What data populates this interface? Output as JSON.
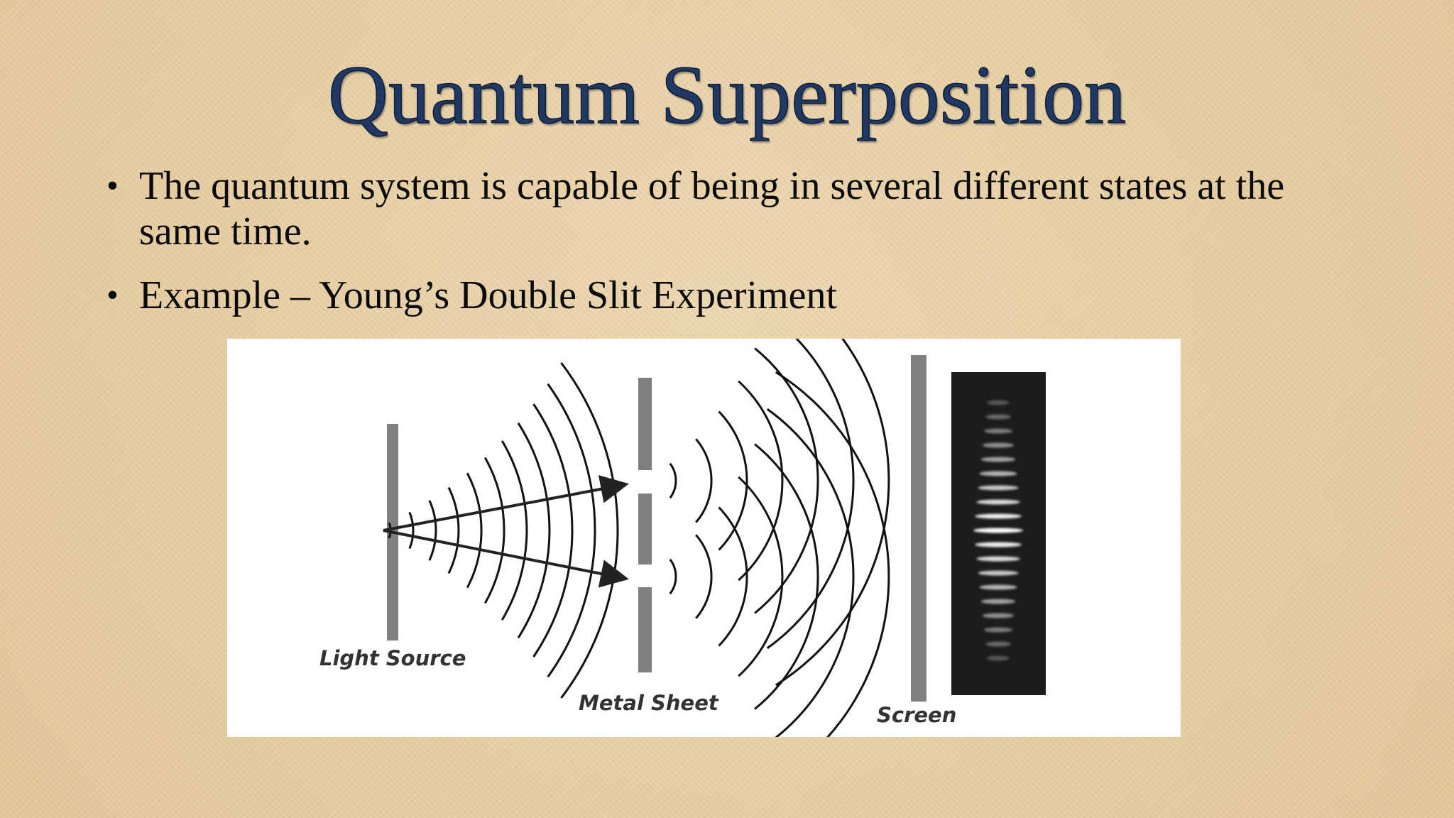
{
  "slide": {
    "title": "Quantum Superposition",
    "bullets": [
      "The quantum system is capable of being in several different states at the same time.",
      "Example – Young’s Double Slit Experiment"
    ]
  },
  "diagram": {
    "labels": {
      "light_source": "Light Source",
      "metal_sheet": "Metal Sheet",
      "screen": "Screen"
    },
    "colors": {
      "title": "#1f3864",
      "bars": "#808080",
      "screen_panel": "#1c1c1c"
    }
  }
}
